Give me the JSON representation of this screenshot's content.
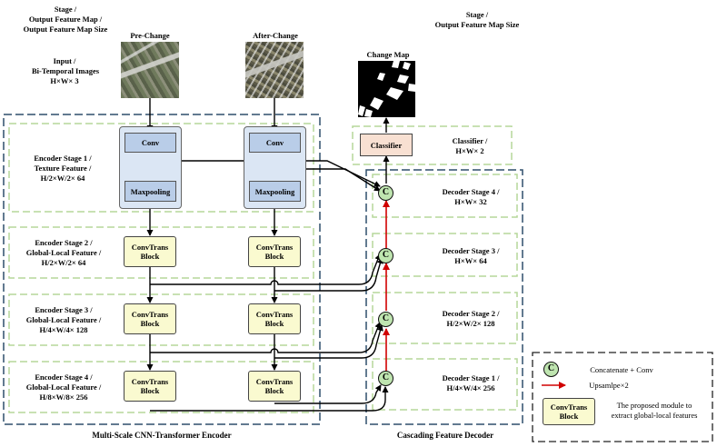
{
  "header": {
    "left_title": [
      "Stage /",
      "Output Feature Map /",
      "Output Feature Map Size"
    ],
    "right_title": [
      "Stage /",
      "Output Feature Map Size"
    ],
    "input_label": [
      "Input /",
      "Bi-Temporal Images",
      "H×W× 3"
    ],
    "pre_change": "Pre-Change",
    "after_change": "After-Change",
    "change_map": "Change Map"
  },
  "encoder": {
    "stages": [
      {
        "label": [
          "Encoder Stage 1 /",
          "Texture Feature /",
          "H/2×W/2× 64"
        ]
      },
      {
        "label": [
          "Encoder Stage 2 /",
          "Global-Local Feature /",
          "H/2×W/2× 64"
        ]
      },
      {
        "label": [
          "Encoder Stage 3 /",
          "Global-Local Feature /",
          "H/4×W/4× 128"
        ]
      },
      {
        "label": [
          "Encoder Stage 4 /",
          "Global-Local Feature /",
          "H/8×W/8× 256"
        ]
      }
    ],
    "conv_label": "Conv",
    "pool_label": "Maxpooling",
    "ctb_label": [
      "ConvTrans",
      "Block"
    ],
    "caption": "Multi-Scale CNN-Transformer Encoder"
  },
  "decoder": {
    "classifier_label": "Classifier",
    "classifier_stage": [
      "Classifier /",
      "H×W× 2"
    ],
    "stages": [
      {
        "label": [
          "Decoder Stage 4 /",
          "H×W× 32"
        ]
      },
      {
        "label": [
          "Decoder Stage 3 /",
          "H×W× 64"
        ]
      },
      {
        "label": [
          "Decoder Stage 2 /",
          "H/2×W/2× 128"
        ]
      },
      {
        "label": [
          "Decoder Stage 1 /",
          "H/4×W/4× 256"
        ]
      }
    ],
    "c_glyph": "C",
    "caption": "Cascading Feature Decoder"
  },
  "legend": {
    "concat": "Concatenate + Conv",
    "upsample": "Upsamlpe×2",
    "ctb_label": [
      "ConvTrans",
      "Block"
    ],
    "module_desc": [
      "The proposed module to",
      "extract global-local features"
    ]
  },
  "colors": {
    "green_dash": "#b5d79a",
    "blue_dash": "#2f4e6b",
    "conv_fill": "#b9cde8",
    "ctb_fill": "#fafad0",
    "classifier_fill": "#f8e0d2",
    "upsample_arrow": "#d00000"
  }
}
